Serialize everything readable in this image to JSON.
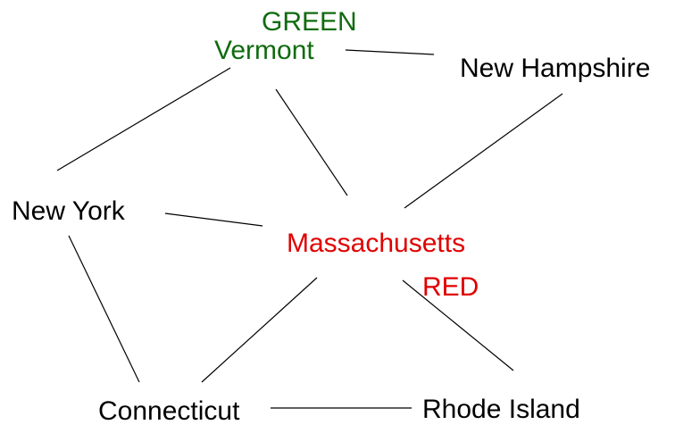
{
  "nodes": {
    "vermont": {
      "label": "Vermont",
      "color": "#0f6b0f"
    },
    "new_hampshire": {
      "label": "New Hampshire",
      "color": "#000000"
    },
    "new_york": {
      "label": "New York",
      "color": "#000000"
    },
    "massachusetts": {
      "label": "Massachusetts",
      "color": "#e00000"
    },
    "connecticut": {
      "label": "Connecticut",
      "color": "#000000"
    },
    "rhode_island": {
      "label": "Rhode Island",
      "color": "#000000"
    }
  },
  "color_labels": {
    "green": {
      "text": "GREEN",
      "color": "#0f6b0f"
    },
    "red": {
      "text": "RED",
      "color": "#e00000"
    }
  },
  "edges": [
    [
      "vermont",
      "new_hampshire"
    ],
    [
      "vermont",
      "new_york"
    ],
    [
      "vermont",
      "massachusetts"
    ],
    [
      "new_hampshire",
      "massachusetts"
    ],
    [
      "new_york",
      "massachusetts"
    ],
    [
      "new_york",
      "connecticut"
    ],
    [
      "massachusetts",
      "connecticut"
    ],
    [
      "massachusetts",
      "rhode_island"
    ],
    [
      "connecticut",
      "rhode_island"
    ]
  ]
}
